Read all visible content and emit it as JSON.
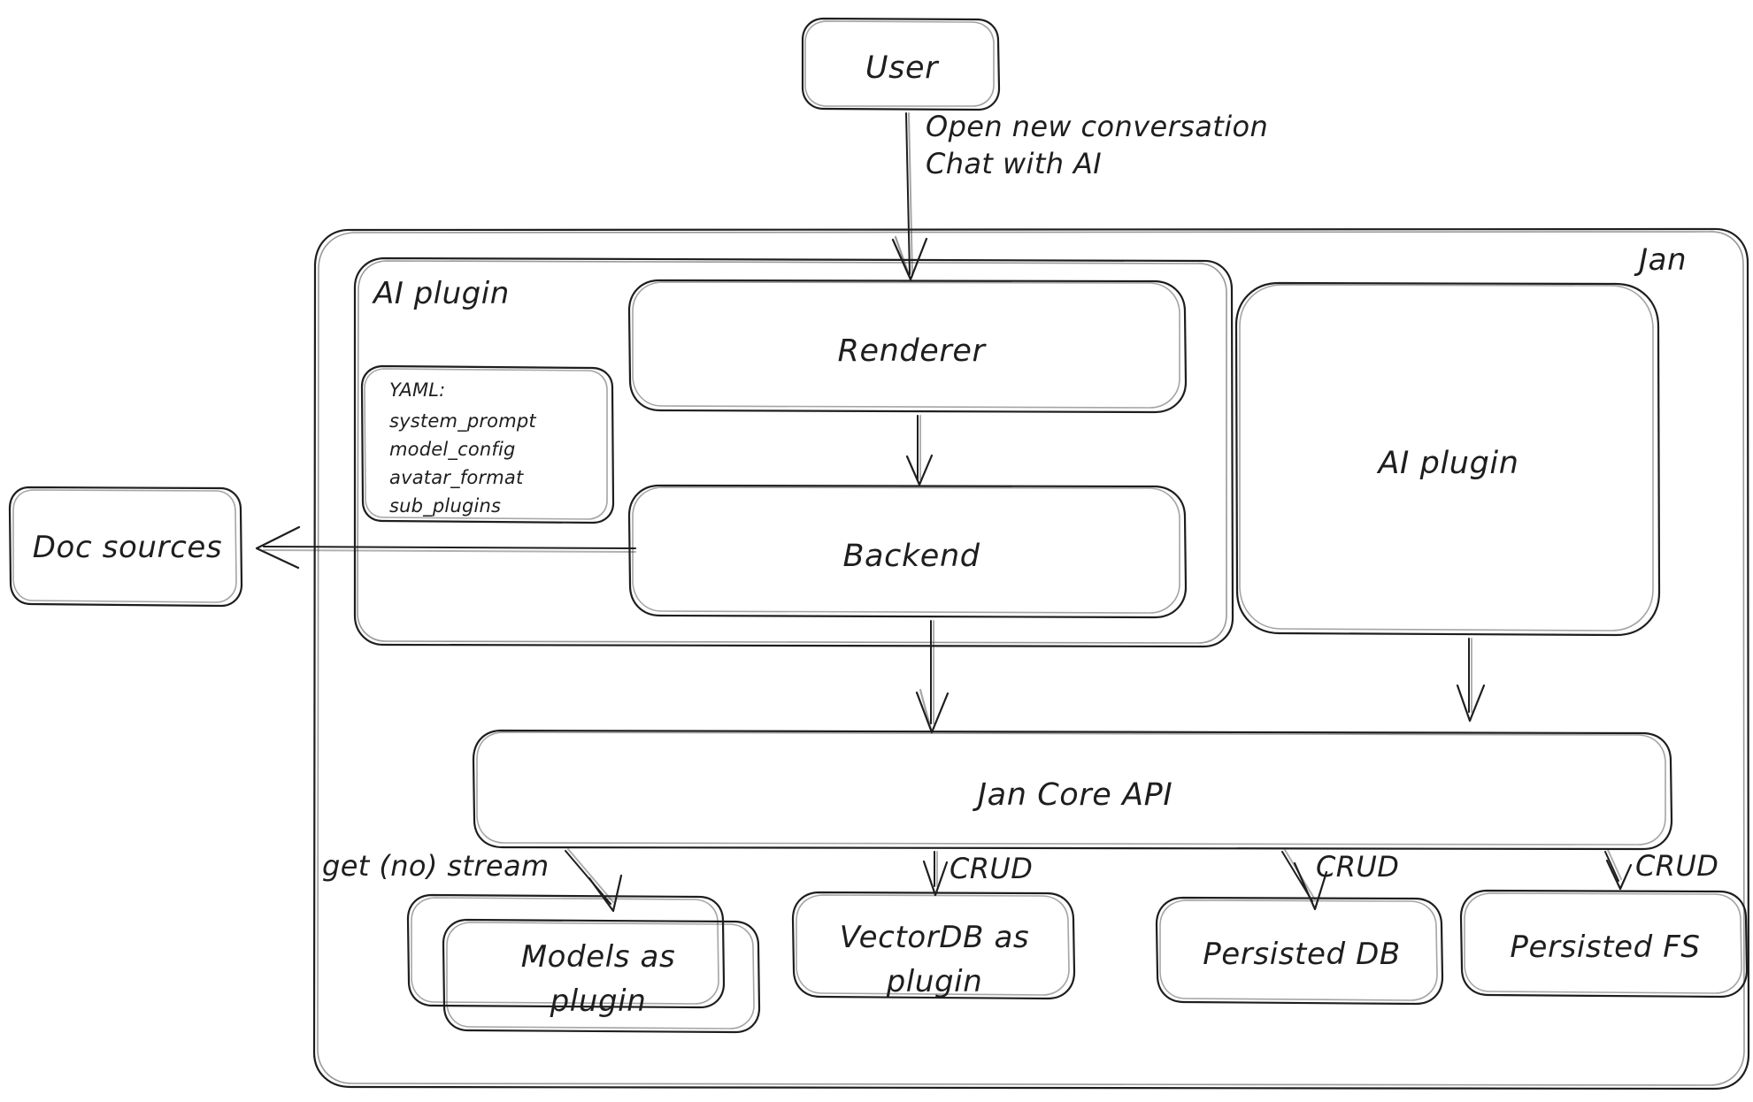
{
  "diagram": {
    "title_label": "Jan",
    "nodes": {
      "user": "User",
      "renderer": "Renderer",
      "backend": "Backend",
      "ai_plugin_group": "AI plugin",
      "ai_plugin_right": "AI plugin",
      "doc_sources": "Doc sources",
      "jan_core_api": "Jan Core API",
      "models_as_plugin_line1": "Models as",
      "models_as_plugin_line2": "plugin",
      "vectordb_line1": "VectorDB as",
      "vectordb_line2": "plugin",
      "persisted_db": "Persisted DB",
      "persisted_fs": "Persisted FS"
    },
    "yaml_card": {
      "heading": "YAML:",
      "keys": [
        "system_prompt",
        "model_config",
        "avatar_format",
        "sub_plugins"
      ]
    },
    "edges": [
      {
        "id": "user-to-renderer-1",
        "label": "Open new conversation"
      },
      {
        "id": "user-to-renderer-2",
        "label": "Chat with AI"
      },
      {
        "id": "api-to-models",
        "label": "get (no) stream"
      },
      {
        "id": "api-to-vectordb",
        "label": "CRUD"
      },
      {
        "id": "api-to-persisted-db",
        "label": "CRUD"
      },
      {
        "id": "api-to-persisted-fs",
        "label": "CRUD"
      }
    ],
    "colors": {
      "stroke": "#1e1e1e",
      "background": "#ffffff"
    }
  }
}
